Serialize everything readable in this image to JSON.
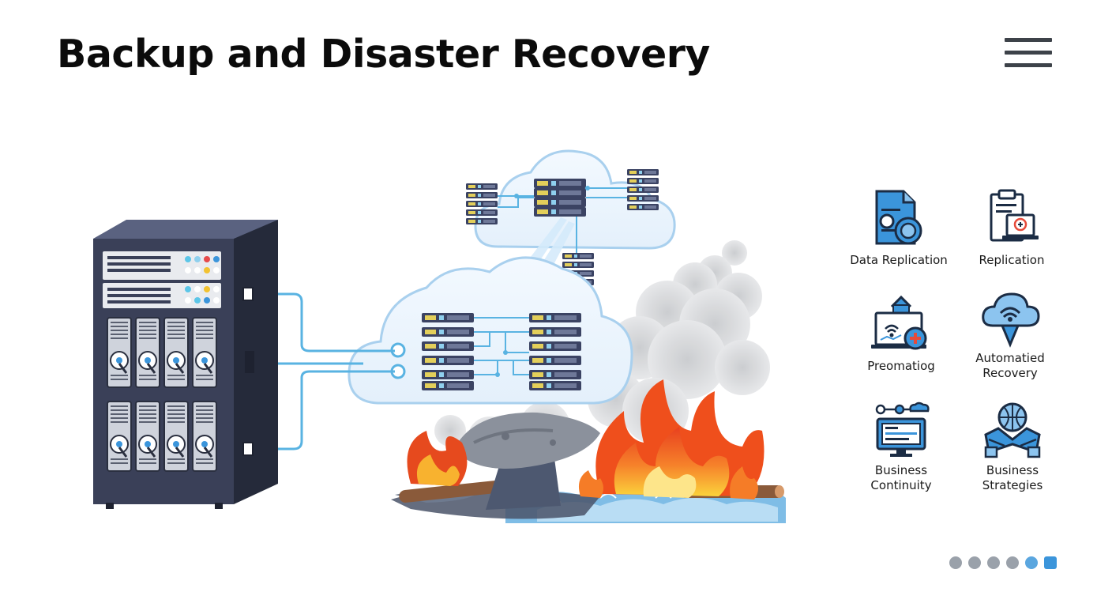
{
  "title": "Backup and Disaster Recovery",
  "menu": {
    "icon": "hamburger-menu-icon"
  },
  "illustration": {
    "server_rack": "server-rack-icon",
    "primary_cloud": "cloud-icon",
    "secondary_cloud": "cloud-icon",
    "disaster": "fire-icon"
  },
  "features": [
    {
      "label": "Data Replication",
      "icon": "document-disc-icon"
    },
    {
      "label": "Replication",
      "icon": "clipboard-laptop-icon"
    },
    {
      "label": "Preomatiog",
      "icon": "laptop-home-plus-icon"
    },
    {
      "label": "Automatied\nRecovery",
      "icon": "cloud-wifi-download-icon"
    },
    {
      "label": "Business\nContinuity",
      "icon": "monitor-network-icon"
    },
    {
      "label": "Business\nStrategies",
      "icon": "globe-hands-icon"
    }
  ],
  "pagination": {
    "total": 6,
    "active_index": 5
  },
  "colors": {
    "accent": "#3b95db",
    "server": "#3a4058",
    "cloud_stroke": "#a9d0ee",
    "fire": "#f0621f"
  }
}
